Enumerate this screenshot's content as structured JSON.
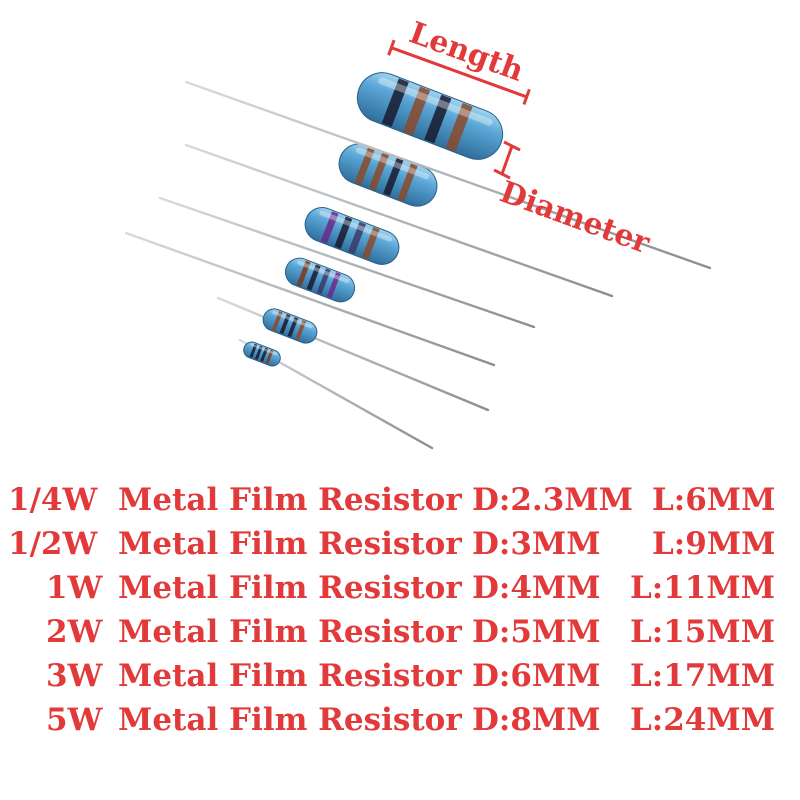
{
  "labels": {
    "length": "Length",
    "diameter": "Diameter"
  },
  "colors": {
    "annotation": "#e23a3a",
    "resistor_body": "#5aa6d6",
    "lead_wire": "#a8acb0"
  },
  "resistors": [
    {
      "power": "1/4W",
      "description": "Metal Film Resistor",
      "diameter": "D:2.3MM",
      "length": "L:6MM"
    },
    {
      "power": "1/2W",
      "description": "Metal Film Resistor",
      "diameter": "D:3MM",
      "length": "L:9MM"
    },
    {
      "power": "1W",
      "description": "Metal Film Resistor",
      "diameter": "D:4MM",
      "length": "L:11MM"
    },
    {
      "power": "2W",
      "description": "Metal Film Resistor",
      "diameter": "D:5MM",
      "length": "L:15MM"
    },
    {
      "power": "3W",
      "description": "Metal Film Resistor",
      "diameter": "D:6MM",
      "length": "L:17MM"
    },
    {
      "power": "5W",
      "description": "Metal Film Resistor",
      "diameter": "D:8MM",
      "length": "L:24MM"
    }
  ]
}
